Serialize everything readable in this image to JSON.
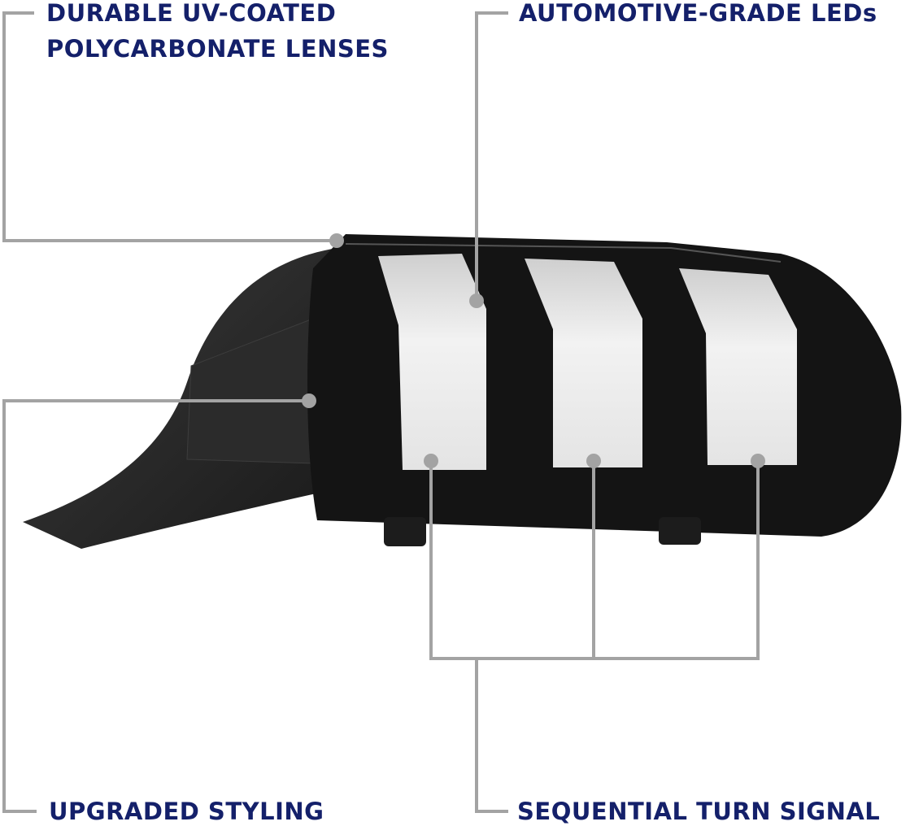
{
  "colors": {
    "label_text": "#14206a",
    "callout_line": "#a3a3a3",
    "housing": "#151515",
    "lens": "#e8e8e8"
  },
  "callouts": {
    "lenses": {
      "line1": "DURABLE UV-COATED",
      "line2": "POLYCARBONATE LENSES"
    },
    "leds": {
      "text": "AUTOMOTIVE-GRADE LEDs"
    },
    "styling": {
      "text": "UPGRADED STYLING"
    },
    "turn_signal": {
      "text": "SEQUENTIAL TURN SIGNAL"
    }
  }
}
